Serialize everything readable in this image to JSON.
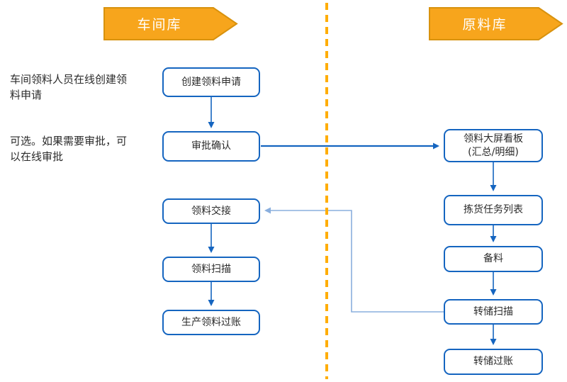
{
  "diagram": {
    "lanes": [
      {
        "id": "workshop-warehouse",
        "label": "车间库"
      },
      {
        "id": "raw-material-warehouse",
        "label": "原料库"
      }
    ],
    "annotations": [
      {
        "text": "车间领料人员在线创建领\n料申请"
      },
      {
        "text": "可选。如果需要审批，可\n以在线审批"
      }
    ],
    "workshop_nodes": [
      {
        "label": "创建领料申请"
      },
      {
        "label": "审批确认"
      },
      {
        "label": "领料交接"
      },
      {
        "label": "领料扫描"
      },
      {
        "label": "生产领料过账"
      }
    ],
    "raw_material_nodes": [
      {
        "label": "领料大屏看板\n(汇总/明细)"
      },
      {
        "label": "拣货任务列表"
      },
      {
        "label": "备料"
      },
      {
        "label": "转储扫描"
      },
      {
        "label": "转储过账"
      }
    ],
    "colors": {
      "lane_header_fill": "#F7A51C",
      "lane_header_border": "#D8920E",
      "divider": "#FFAD05",
      "node_border": "#1565C0",
      "connector": "#1565C0",
      "connector_light": "#8AAFDE",
      "text": "#2B2B2B",
      "header_text": "#FFFFFF"
    }
  }
}
